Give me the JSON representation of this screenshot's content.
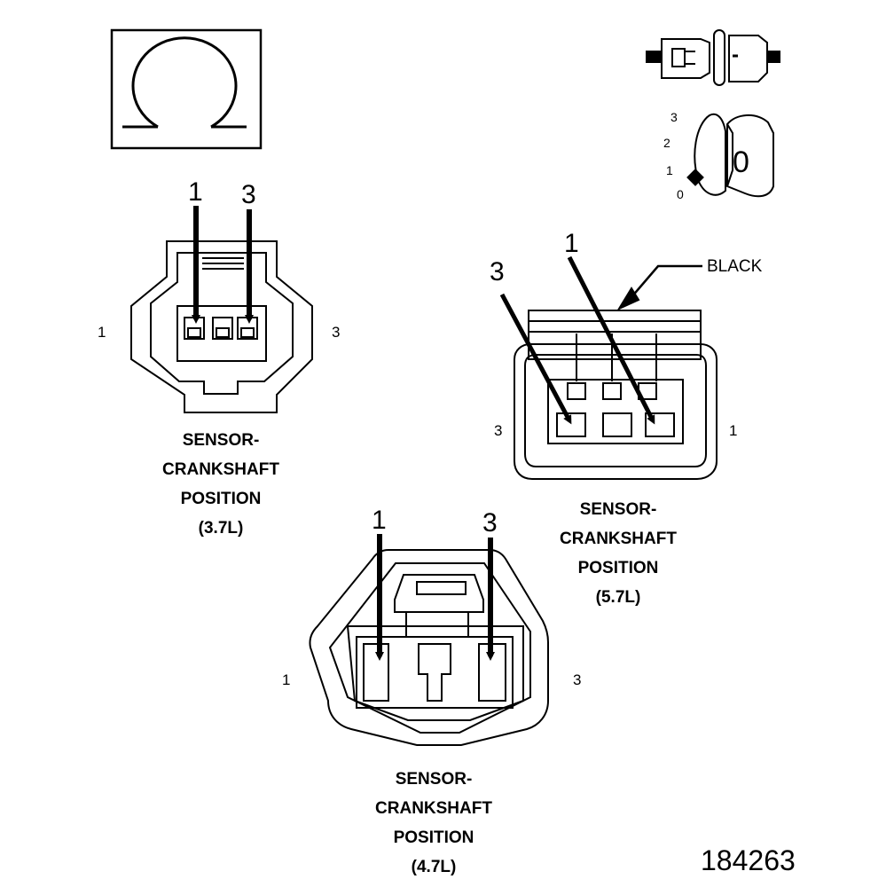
{
  "symbols": {
    "ohm_symbol": "Ω",
    "ignition_positions": [
      "3",
      "2",
      "1",
      "0"
    ],
    "key_label": "0",
    "connector_icon": "connector-icon"
  },
  "connectors": {
    "c37": {
      "caption_lines": [
        "SENSOR-",
        "CRANKSHAFT",
        "POSITION",
        "(3.7L)"
      ],
      "side_left": "1",
      "side_right": "3",
      "arrow_left_label": "1",
      "arrow_right_label": "3"
    },
    "c57": {
      "caption_lines": [
        "SENSOR-",
        "CRANKSHAFT",
        "POSITION",
        "(5.7L)"
      ],
      "side_left": "3",
      "side_right": "1",
      "arrow_left_label": "3",
      "arrow_right_label": "1",
      "color_label": "BLACK"
    },
    "c47": {
      "caption_lines": [
        "SENSOR-",
        "CRANKSHAFT",
        "POSITION",
        "(4.7L)"
      ],
      "side_left": "1",
      "side_right": "3",
      "arrow_left_label": "1",
      "arrow_right_label": "3"
    }
  },
  "figure_number": "184263",
  "colors": {
    "line": "#000000",
    "background": "#ffffff"
  }
}
